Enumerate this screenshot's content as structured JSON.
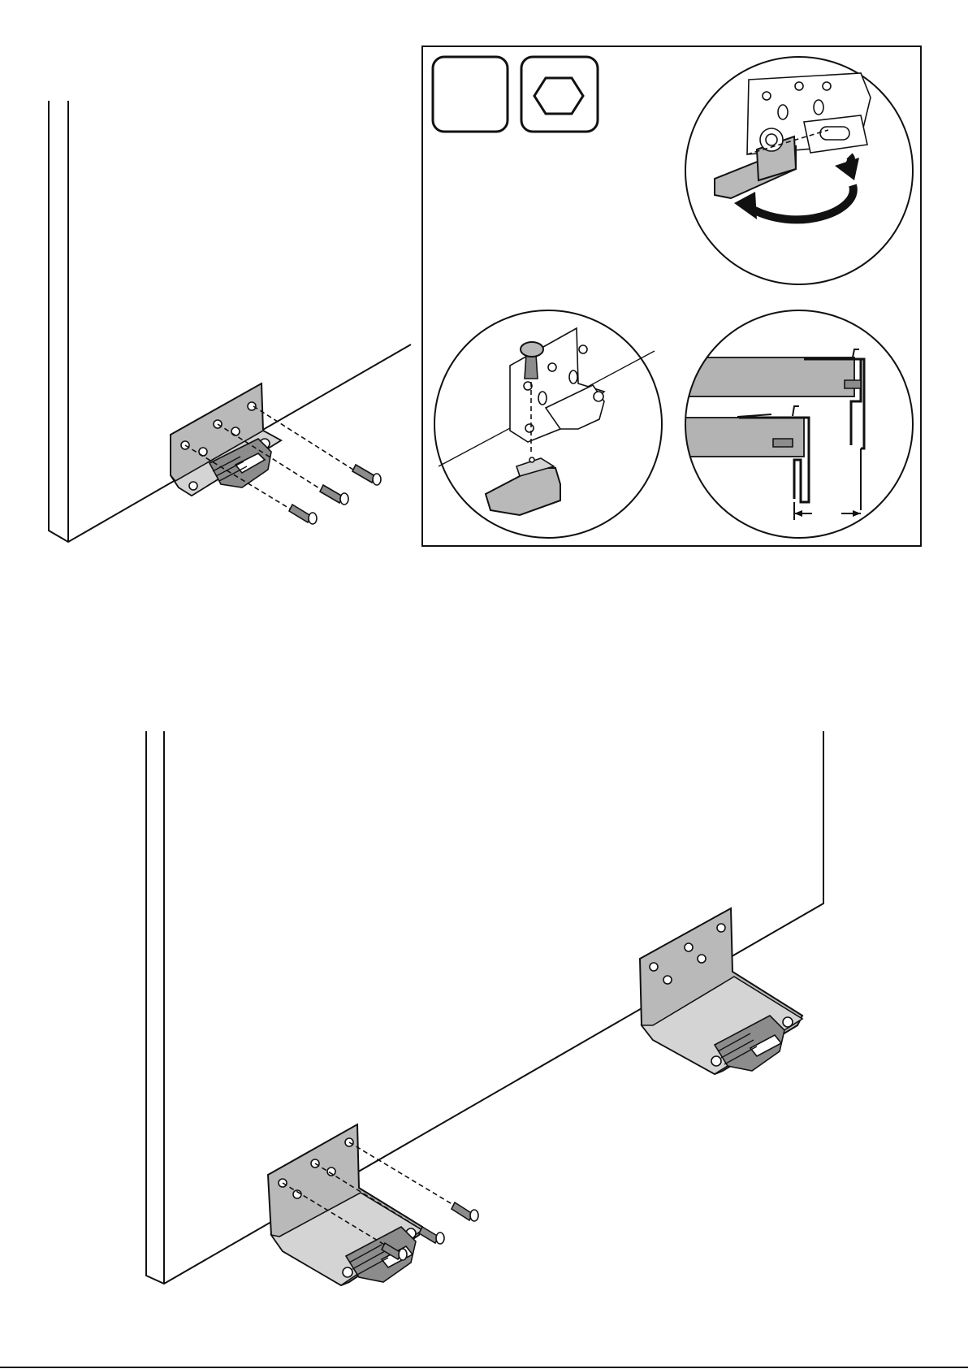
{
  "page": {
    "background": "#ffffff",
    "line_color": "#111111",
    "metal_color": "#b9b9b9"
  },
  "figures": [
    {
      "id": "step-1",
      "description_icons": []
    },
    {
      "id": "detail-box",
      "tool_icons": [
        "blank-tool-icon",
        "hex-key-icon"
      ]
    },
    {
      "id": "step-2"
    }
  ]
}
